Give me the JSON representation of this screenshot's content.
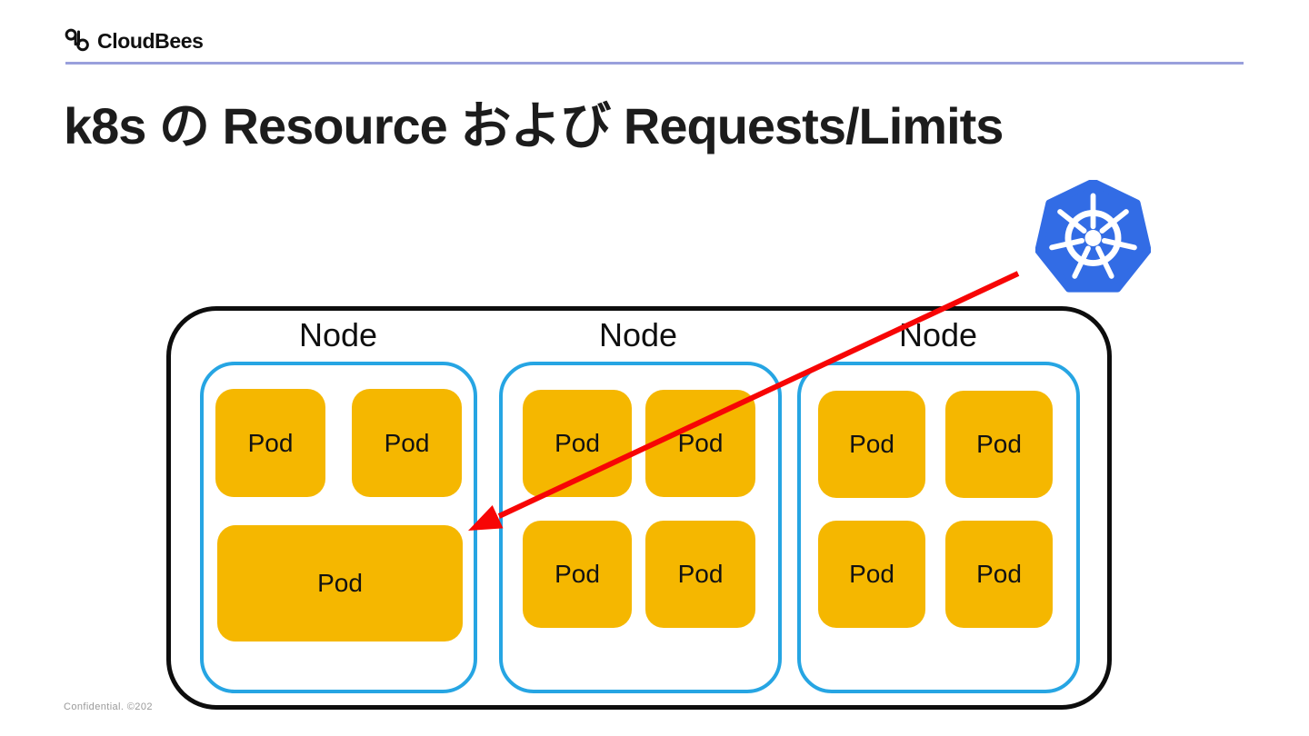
{
  "header": {
    "brand": "CloudBees"
  },
  "title": "k8s の Resource および Requests/Limits",
  "diagram": {
    "type": "kubernetes-cluster",
    "kubernetes_icon": "kubernetes-helm-wheel",
    "nodes": [
      {
        "label": "Node",
        "pods": [
          "Pod",
          "Pod",
          "Pod"
        ]
      },
      {
        "label": "Node",
        "pods": [
          "Pod",
          "Pod",
          "Pod",
          "Pod"
        ]
      },
      {
        "label": "Node",
        "pods": [
          "Pod",
          "Pod",
          "Pod",
          "Pod"
        ]
      }
    ],
    "arrow": {
      "from": "kubernetes-logo",
      "to": "wide-pod-node-1"
    },
    "colors": {
      "pod_fill": "#F5B700",
      "node_border": "#26A5E3",
      "cluster_border": "#0D0D0D",
      "arrow_red": "#F70505",
      "kubernetes_blue": "#326CE5",
      "divider_purple": "#99A0DC"
    }
  },
  "footer": {
    "text": "Confidential. ©202"
  }
}
